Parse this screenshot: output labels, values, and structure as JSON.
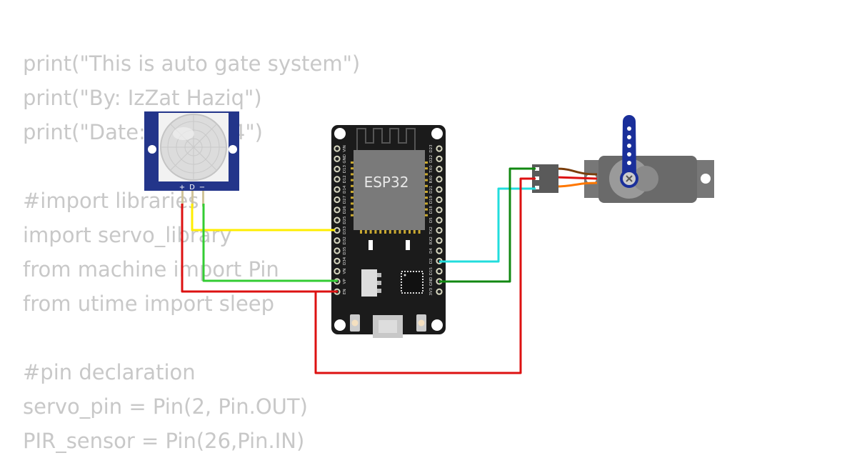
{
  "code_lines": [
    "print(\"This is auto gate system\")",
    "print(\"By: IzZat Haziq\")",
    "print(\"Date: 1/3/2024\")",
    "",
    "#import libraries",
    "import servo_library",
    "from machine import Pin",
    "from utime import sleep",
    "",
    "#pin declaration",
    "servo_pin = Pin(2, Pin.OUT)",
    "PIR_sensor = Pin(26,Pin.IN)"
  ],
  "esp32": {
    "chip_label": "ESP32",
    "left_pins": [
      "EN",
      "VP",
      "VN",
      "D34",
      "D35",
      "D32",
      "D33",
      "D25",
      "D26",
      "D27",
      "D14",
      "D12",
      "D13",
      "GND",
      "VIN"
    ],
    "right_pins": [
      "D23",
      "D22",
      "TX0",
      "RX0",
      "D21",
      "D19",
      "D18",
      "D5",
      "TX2",
      "RX2",
      "D4",
      "D2",
      "D15",
      "GND",
      "3V3"
    ]
  },
  "pir": {
    "pin_labels": [
      "+",
      "D",
      "−"
    ]
  },
  "wire_colors": {
    "signal_pir": "#ffee00",
    "ground_pir": "#33cc33",
    "power_pir": "#dd1111",
    "servo_signal": "#22dddd",
    "servo_ground": "#118811",
    "servo_power": "#dd1111"
  }
}
